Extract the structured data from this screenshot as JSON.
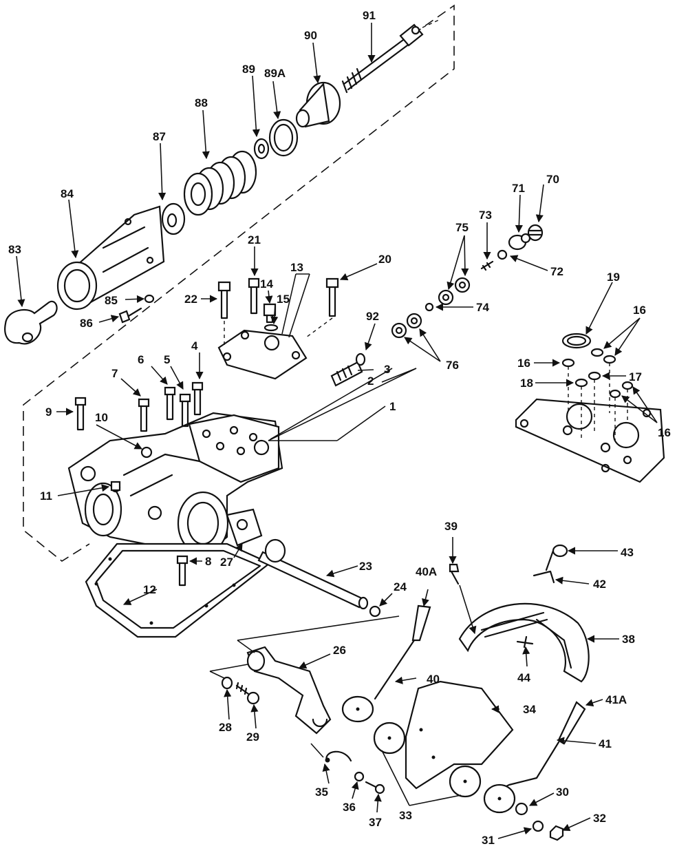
{
  "labels": {
    "p1": "1",
    "p2": "2",
    "p3": "3",
    "p4": "4",
    "p5": "5",
    "p6": "6",
    "p7": "7",
    "p8": "8",
    "p9": "9",
    "p10": "10",
    "p11": "11",
    "p12": "12",
    "p13": "13",
    "p14": "14",
    "p15": "15",
    "p16a": "16",
    "p16b": "16",
    "p16c": "16",
    "p17": "17",
    "p18": "18",
    "p19": "19",
    "p20": "20",
    "p21": "21",
    "p22": "22",
    "p23": "23",
    "p24": "24",
    "p26": "26",
    "p27": "27",
    "p28": "28",
    "p29": "29",
    "p30": "30",
    "p31": "31",
    "p32": "32",
    "p33": "33",
    "p34": "34",
    "p35": "35",
    "p36": "36",
    "p37": "37",
    "p38": "38",
    "p39": "39",
    "p40": "40",
    "p40A": "40A",
    "p41": "41",
    "p41A": "41A",
    "p42": "42",
    "p43": "43",
    "p44": "44",
    "p70": "70",
    "p71": "71",
    "p72": "72",
    "p73": "73",
    "p74": "74",
    "p75": "75",
    "p76": "76",
    "p83": "83",
    "p84": "84",
    "p85": "85",
    "p86": "86",
    "p87": "87",
    "p88": "88",
    "p89": "89",
    "p89A": "89A",
    "p90": "90",
    "p91": "91",
    "p92": "92"
  }
}
